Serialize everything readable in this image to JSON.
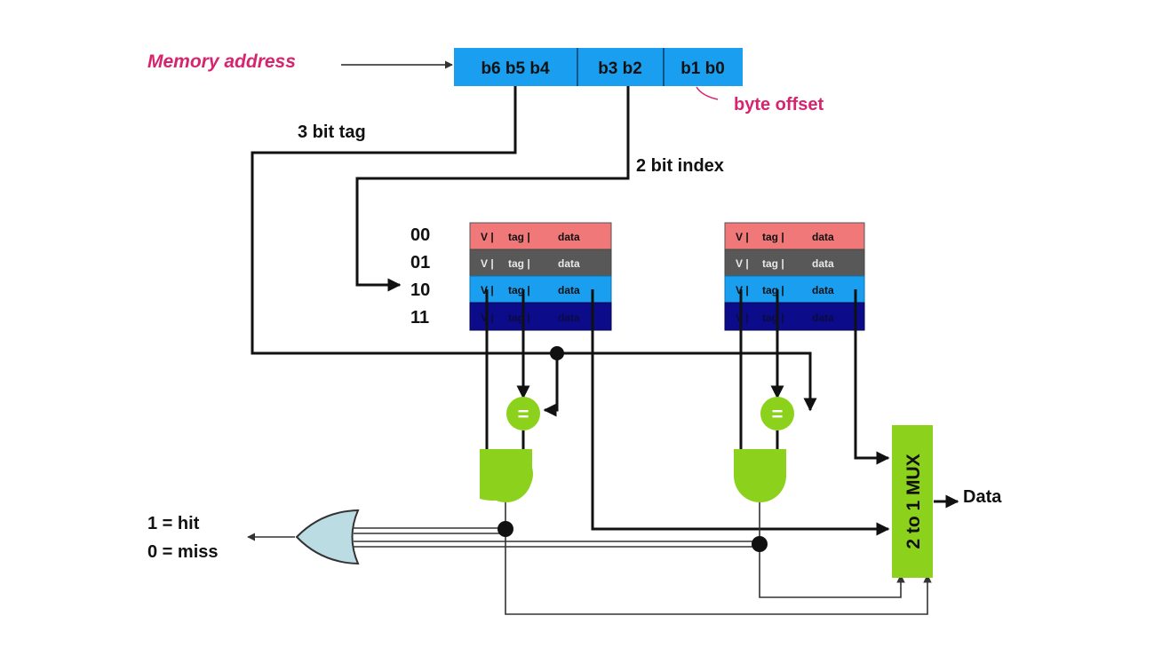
{
  "labels": {
    "memory_address": "Memory address",
    "byte_offset": "byte offset",
    "tag_bits": "3 bit tag",
    "index_bits": "2 bit index",
    "hit": "1 = hit",
    "miss": "0 = miss",
    "data_out": "Data",
    "mux": "2 to 1 MUX",
    "comparator": "="
  },
  "address": {
    "tag": "b6 b5 b4",
    "index": "b3 b2",
    "offset": "b1 b0",
    "color": "#1a9ff0"
  },
  "indices": [
    "00",
    "01",
    "10",
    "11"
  ],
  "ways": [
    {
      "rows": [
        {
          "v": "V |",
          "tag": "tag |",
          "data": "data"
        },
        {
          "v": "V |",
          "tag": "tag |",
          "data": "data"
        },
        {
          "v": "V |",
          "tag": "tag |",
          "data": "data"
        },
        {
          "v": "V |",
          "tag": "tag |",
          "data": "data"
        }
      ]
    },
    {
      "rows": [
        {
          "v": "V |",
          "tag": "tag |",
          "data": "data"
        },
        {
          "v": "V |",
          "tag": "tag |",
          "data": "data"
        },
        {
          "v": "V |",
          "tag": "tag |",
          "data": "data"
        },
        {
          "v": "V |",
          "tag": "tag |",
          "data": "data"
        }
      ]
    }
  ],
  "colors": {
    "row0": "#f07878",
    "row1": "#585858",
    "row2": "#1a9ff0",
    "row3": "#0c0c8a",
    "gate": "#8cd21c",
    "or_gate": "#bcdce4",
    "accent": "#d6246e"
  }
}
